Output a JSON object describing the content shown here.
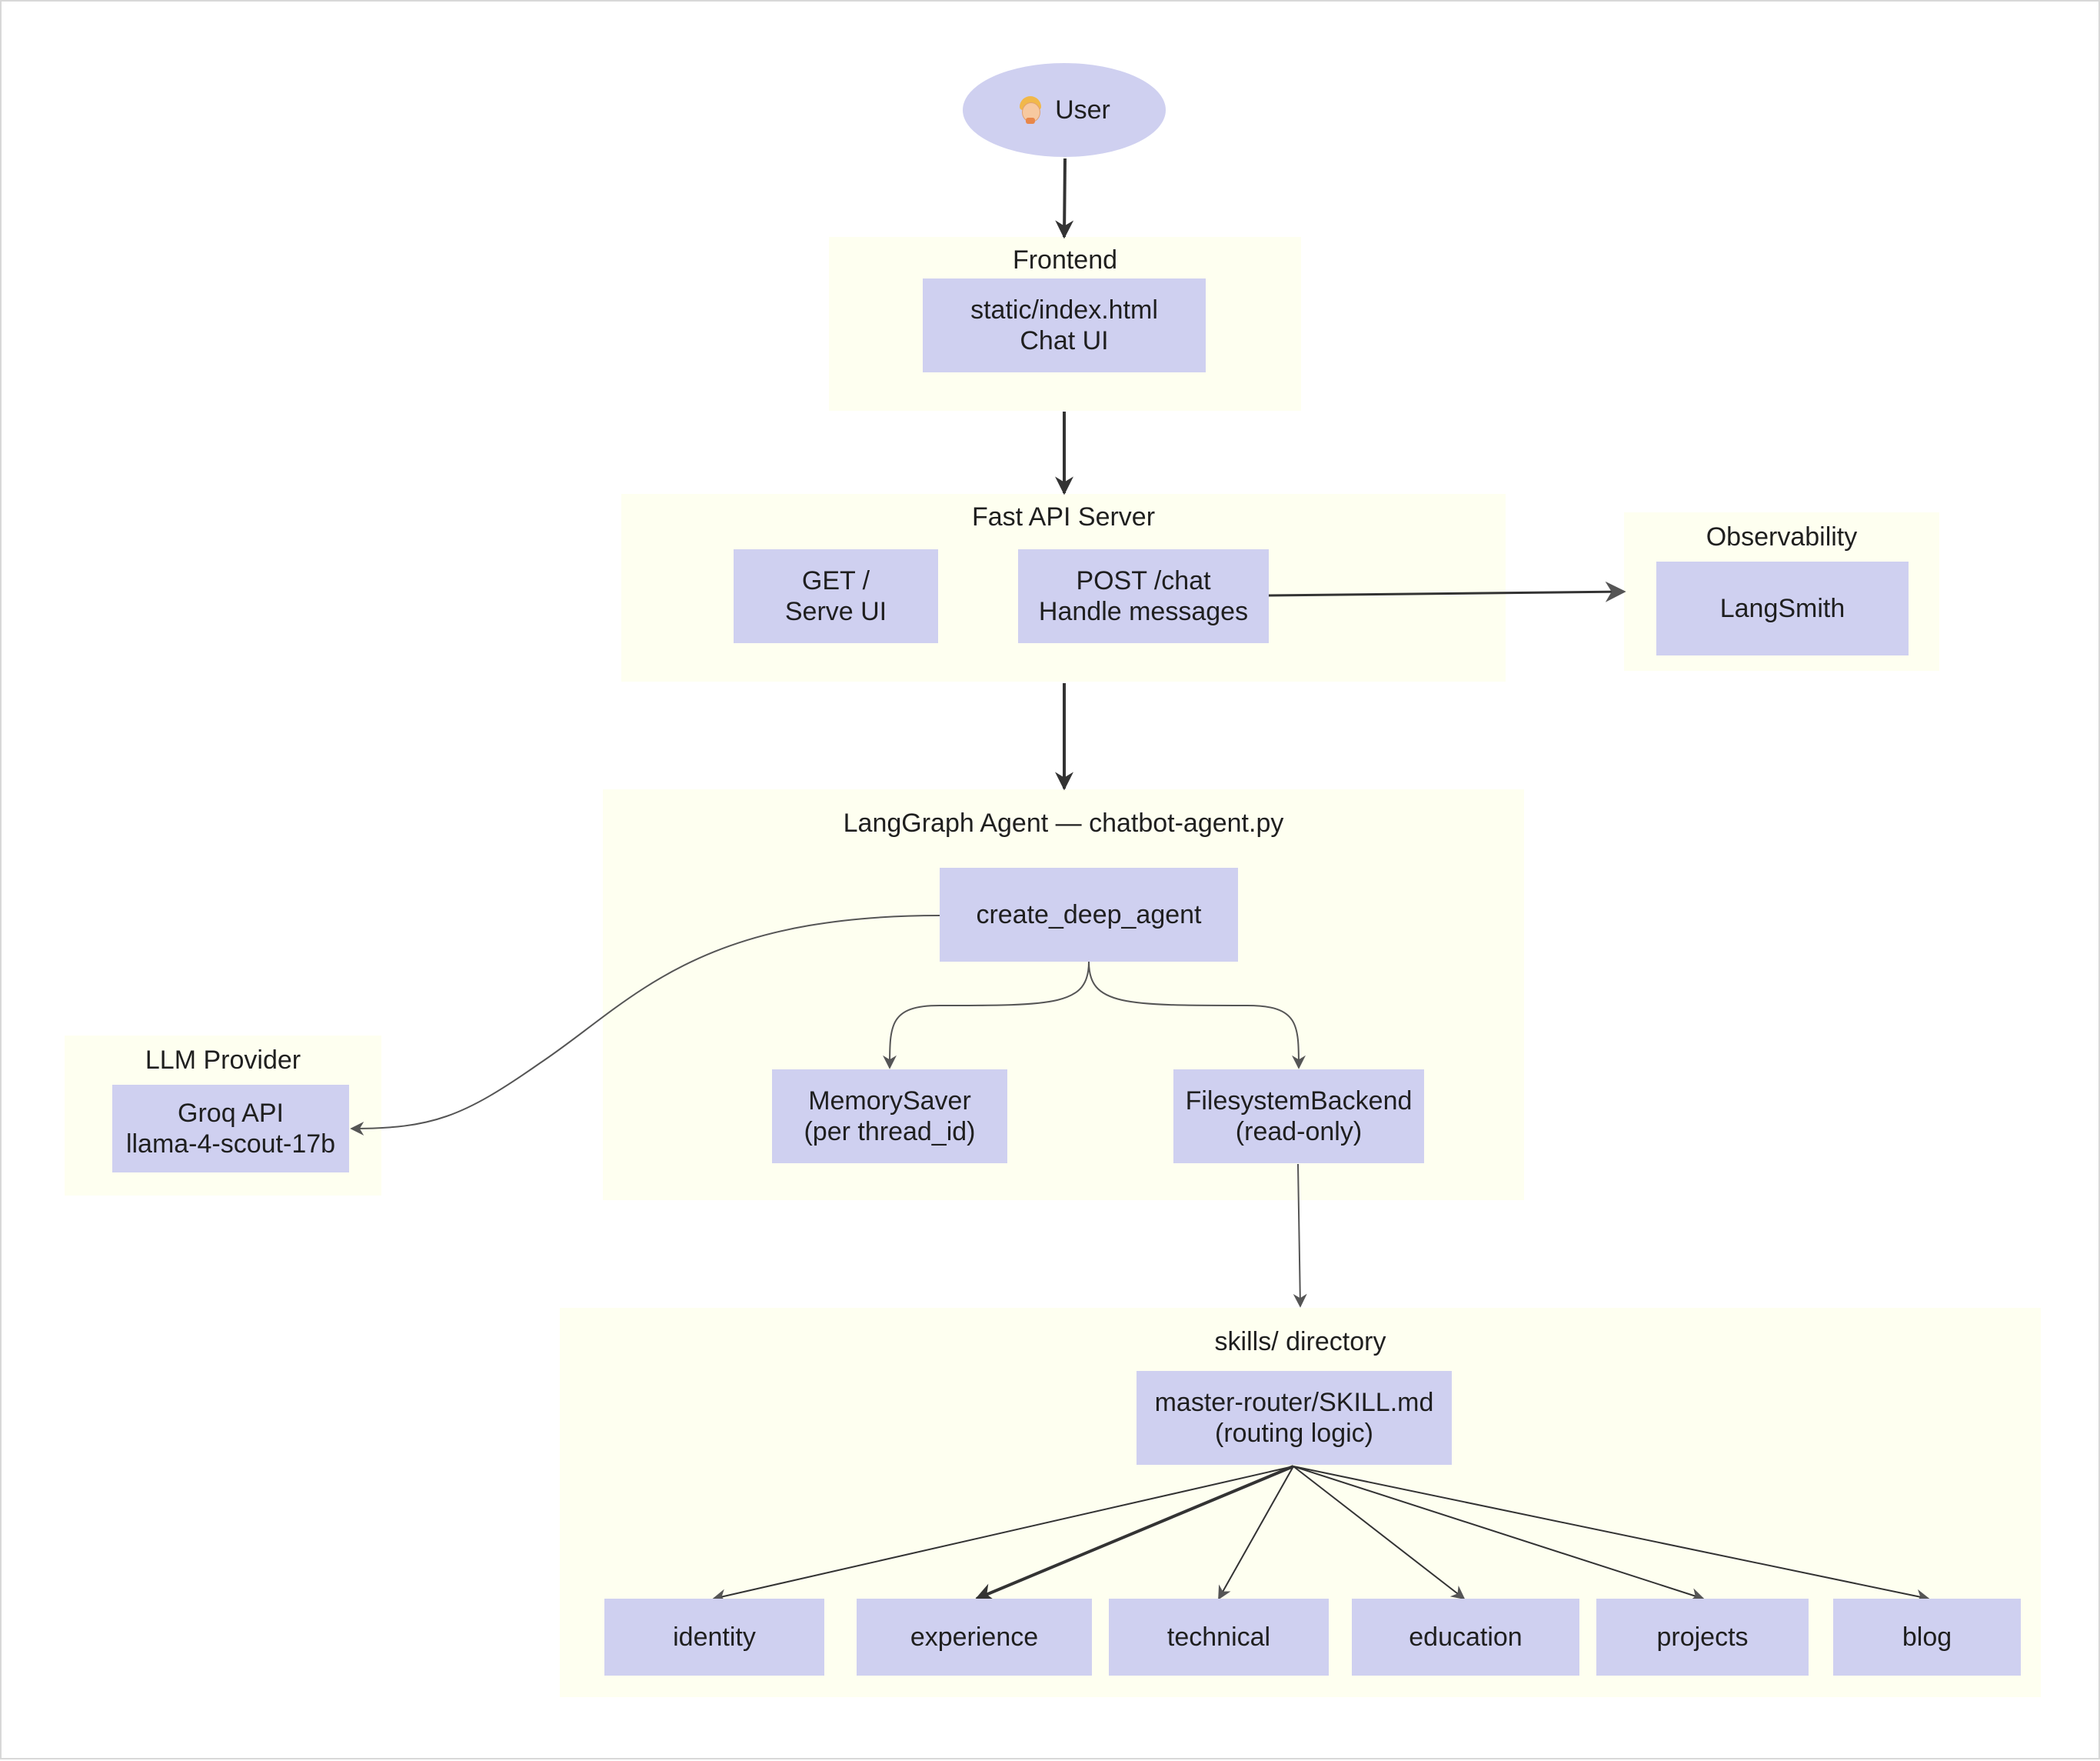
{
  "user": {
    "label": "User",
    "icon": "person-icon"
  },
  "frontend": {
    "title": "Frontend",
    "node": [
      "static/index.html",
      "Chat UI"
    ]
  },
  "fastapi": {
    "title": "Fast API Server",
    "get_node": [
      "GET /",
      "Serve UI"
    ],
    "post_node": [
      "POST /chat",
      "Handle messages"
    ]
  },
  "observability": {
    "title": "Observability",
    "node": "LangSmith"
  },
  "agent": {
    "title": "LangGraph Agent — chatbot-agent.py",
    "core": "create_deep_agent",
    "memory": [
      "MemorySaver",
      "(per thread_id)"
    ],
    "filesystem": [
      "FilesystemBackend",
      "(read-only)"
    ]
  },
  "llm": {
    "title": "LLM Provider",
    "node": [
      "Groq API",
      "llama-4-scout-17b"
    ]
  },
  "skills": {
    "title": "skills/ directory",
    "router": [
      "master-router/SKILL.md",
      "(routing logic)"
    ],
    "items": [
      "identity",
      "experience",
      "technical",
      "education",
      "projects",
      "blog"
    ]
  },
  "colors": {
    "cluster_bg": "#fefff0",
    "node_bg": "#cfd0f0",
    "edge": "#333333"
  }
}
